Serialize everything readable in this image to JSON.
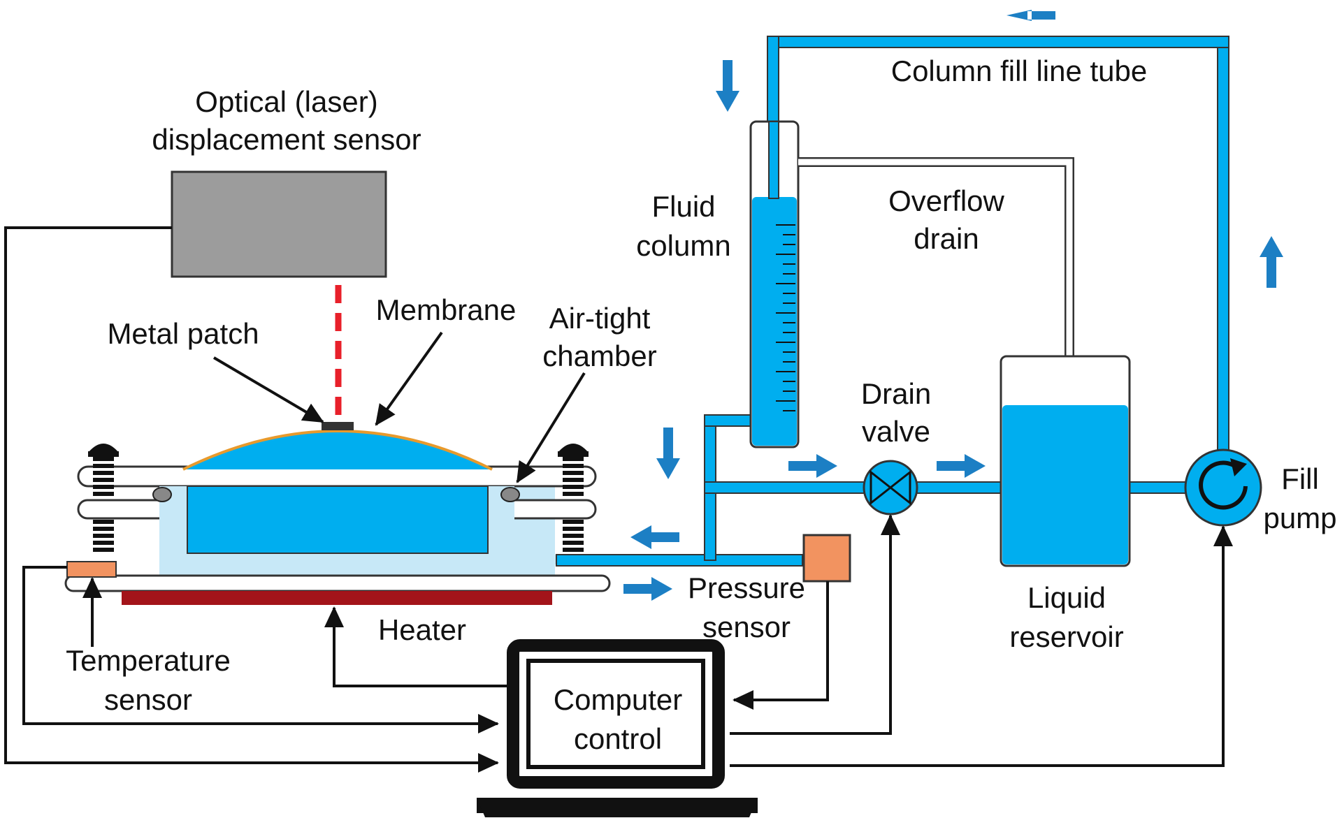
{
  "labels": {
    "optical_sensor_line1": "Optical (laser)",
    "optical_sensor_line2": "displacement sensor",
    "membrane": "Membrane",
    "metal_patch": "Metal patch",
    "air_tight_line1": "Air-tight",
    "air_tight_line2": "chamber",
    "fluid_column_line1": "Fluid",
    "fluid_column_line2": "column",
    "overflow_line1": "Overflow",
    "overflow_line2": "drain",
    "column_fill_line": "Column fill line tube",
    "drain_valve_line1": "Drain",
    "drain_valve_line2": "valve",
    "fill_pump_line1": "Fill",
    "fill_pump_line2": "pump",
    "liquid_reservoir_line1": "Liquid",
    "liquid_reservoir_line2": "reservoir",
    "pressure_sensor_line1": "Pressure",
    "pressure_sensor_line2": "sensor",
    "heater": "Heater",
    "temperature_sensor_line1": "Temperature",
    "temperature_sensor_line2": "sensor",
    "computer_line1": "Computer",
    "computer_line2": "control"
  },
  "colors": {
    "fluid": "#00AEEF",
    "tube": "#2E9BDE",
    "arrow": "#1C7FC4",
    "chamber_light": "#C7E8F7",
    "sensor_gray": "#9C9C9C",
    "laser": "#E8202A",
    "membrane_edge": "#E89A2C",
    "pressure_sensor": "#F29360",
    "temperature_sensor": "#F29360",
    "heater": "#A3141A",
    "line": "#111111"
  }
}
